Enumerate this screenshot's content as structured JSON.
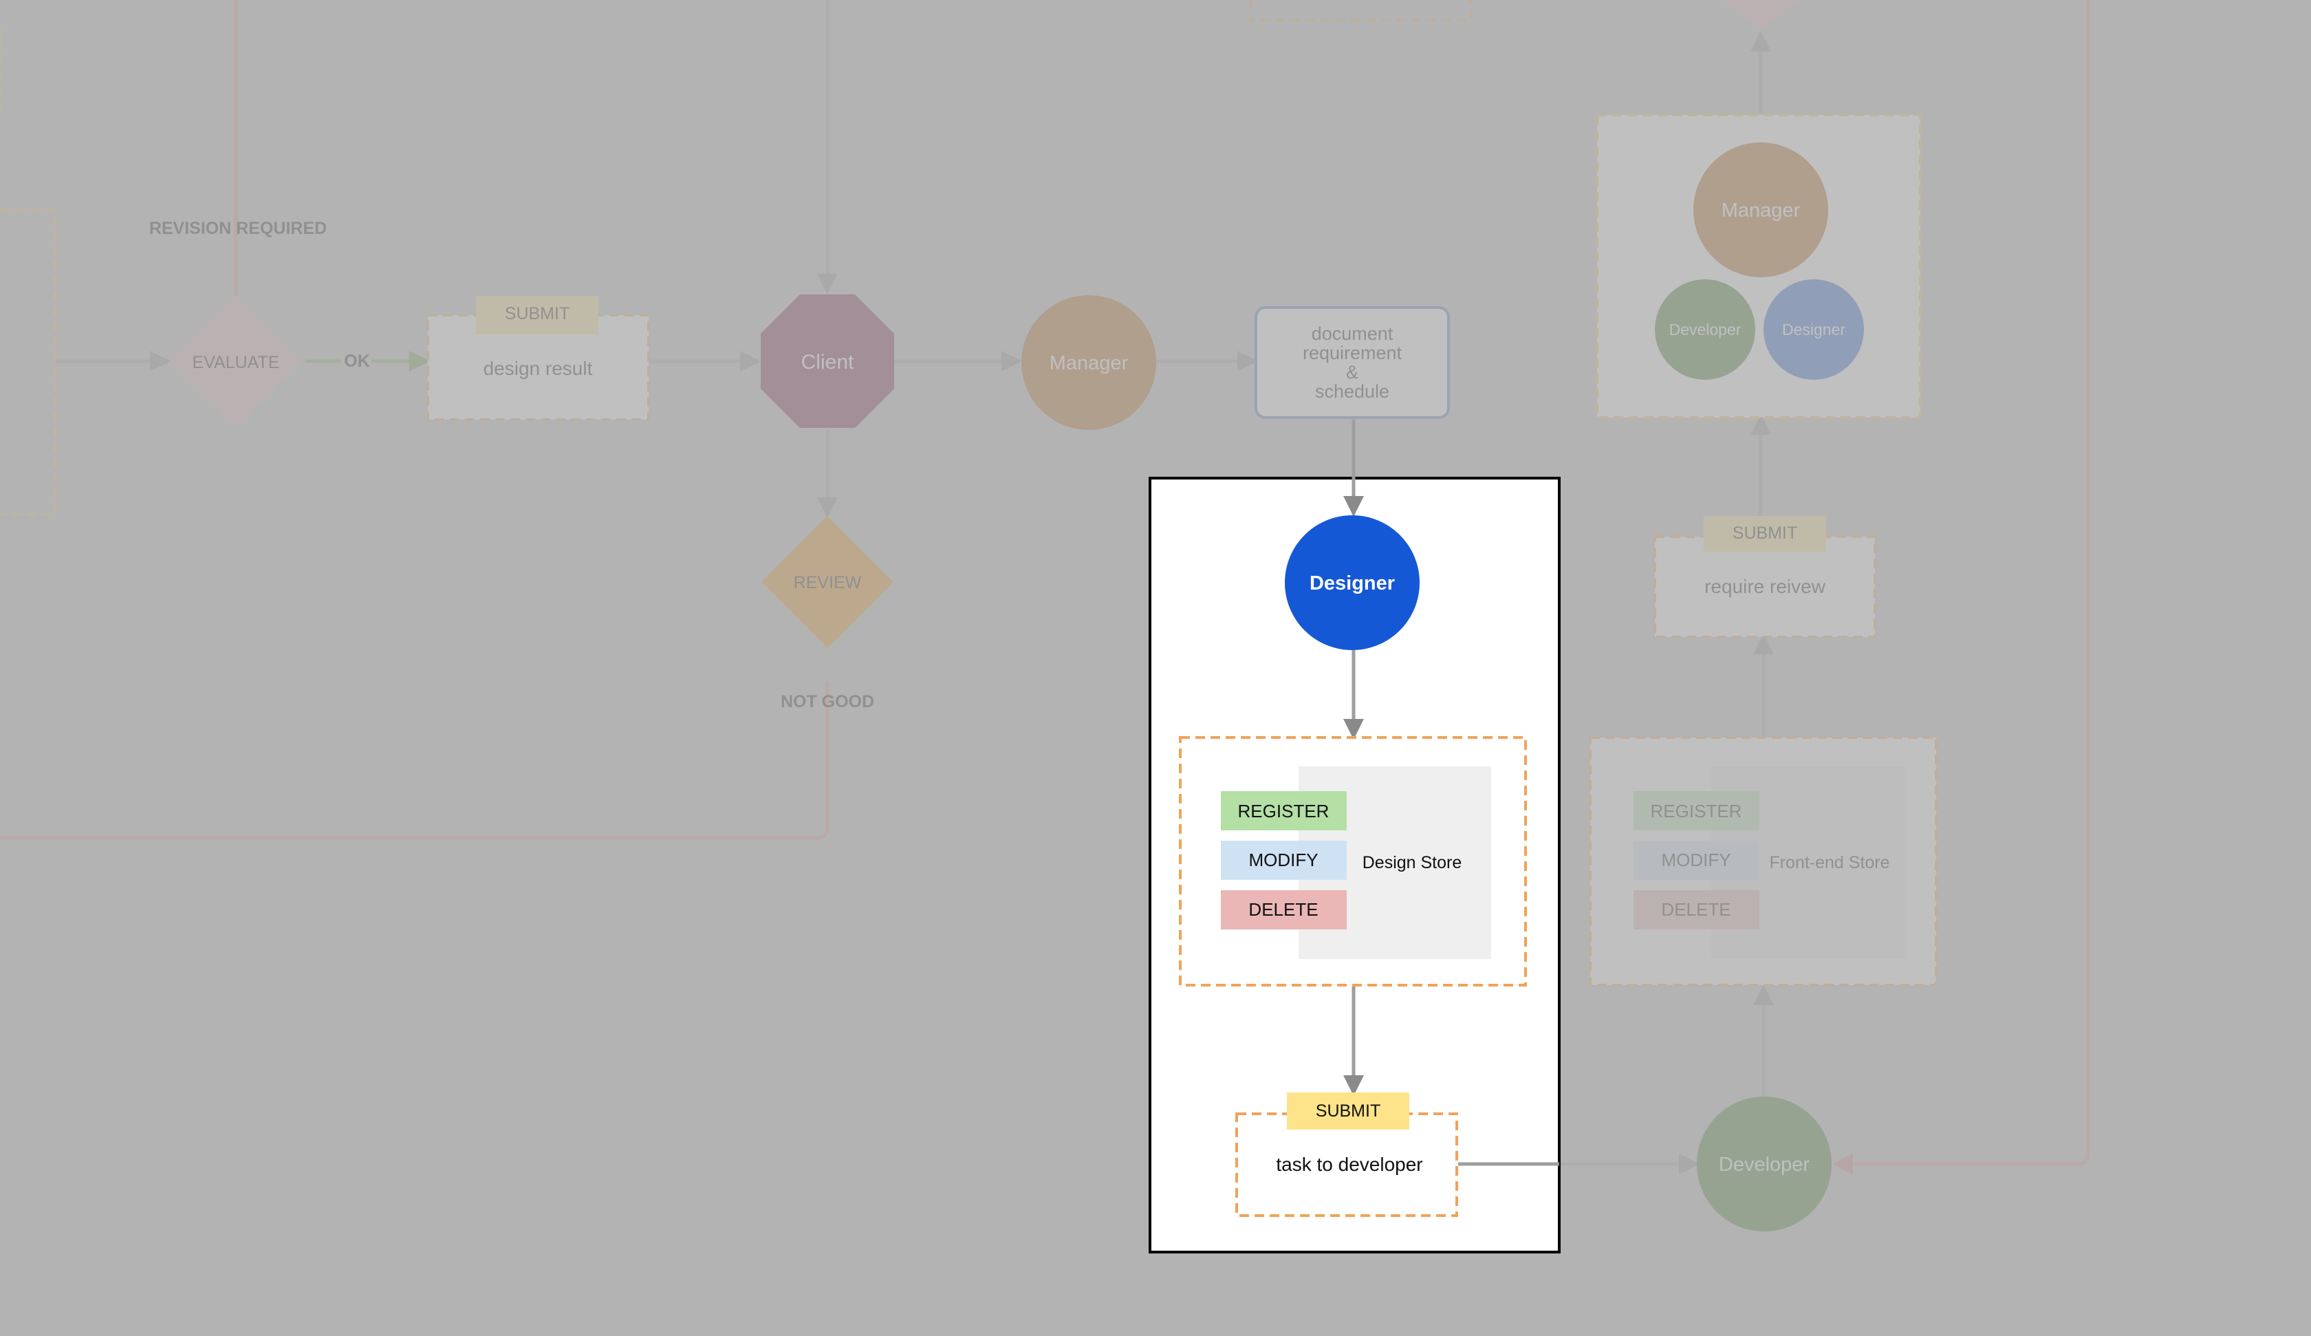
{
  "colors": {
    "canvas": "#ffffff",
    "dim_overlay": "#b0b0b0",
    "edge_gray": "#9e9e9e",
    "edge_red": "#d98e8e",
    "edge_green": "#75a94a",
    "dash_orange": "#f0a35a",
    "dash_yellow": "#f5c856",
    "submit_tag": "#fde38a",
    "client": "#6b0a33",
    "manager": "#b05a00",
    "designer": "#1558d6",
    "developer": "#2d6e14",
    "review": "#e88a00",
    "evaluate": "#eab3b9",
    "register": "#b4dfa5",
    "modify": "#cfe2f3",
    "delete": "#eab6b6",
    "store_bg": "#efefef",
    "doc_border": "#4470c4"
  },
  "labels": {
    "revision_required": "REVISION REQUIRED",
    "evaluate": "EVALUATE",
    "ok": "OK",
    "submit_design": "SUBMIT",
    "design_result": "design result",
    "client": "Client",
    "review": "REVIEW",
    "not_good": "NOT GOOD",
    "manager_main": "Manager",
    "doc_line1": "document",
    "doc_line2": "requirement",
    "doc_line3": "&",
    "doc_line4": "schedule",
    "designer_main": "Designer",
    "register_design": "REGISTER",
    "modify_design": "MODIFY",
    "delete_design": "DELETE",
    "design_store": "Design Store",
    "submit_task": "SUBMIT",
    "task_to_developer": "task to developer",
    "developer_main": "Developer",
    "register_fe": "REGISTER",
    "modify_fe": "MODIFY",
    "delete_fe": "DELETE",
    "frontend_store": "Front-end Store",
    "submit_review": "SUBMIT",
    "require_review": "require reivew",
    "manager_team": "Manager",
    "developer_team": "Developer",
    "designer_team": "Designer"
  }
}
